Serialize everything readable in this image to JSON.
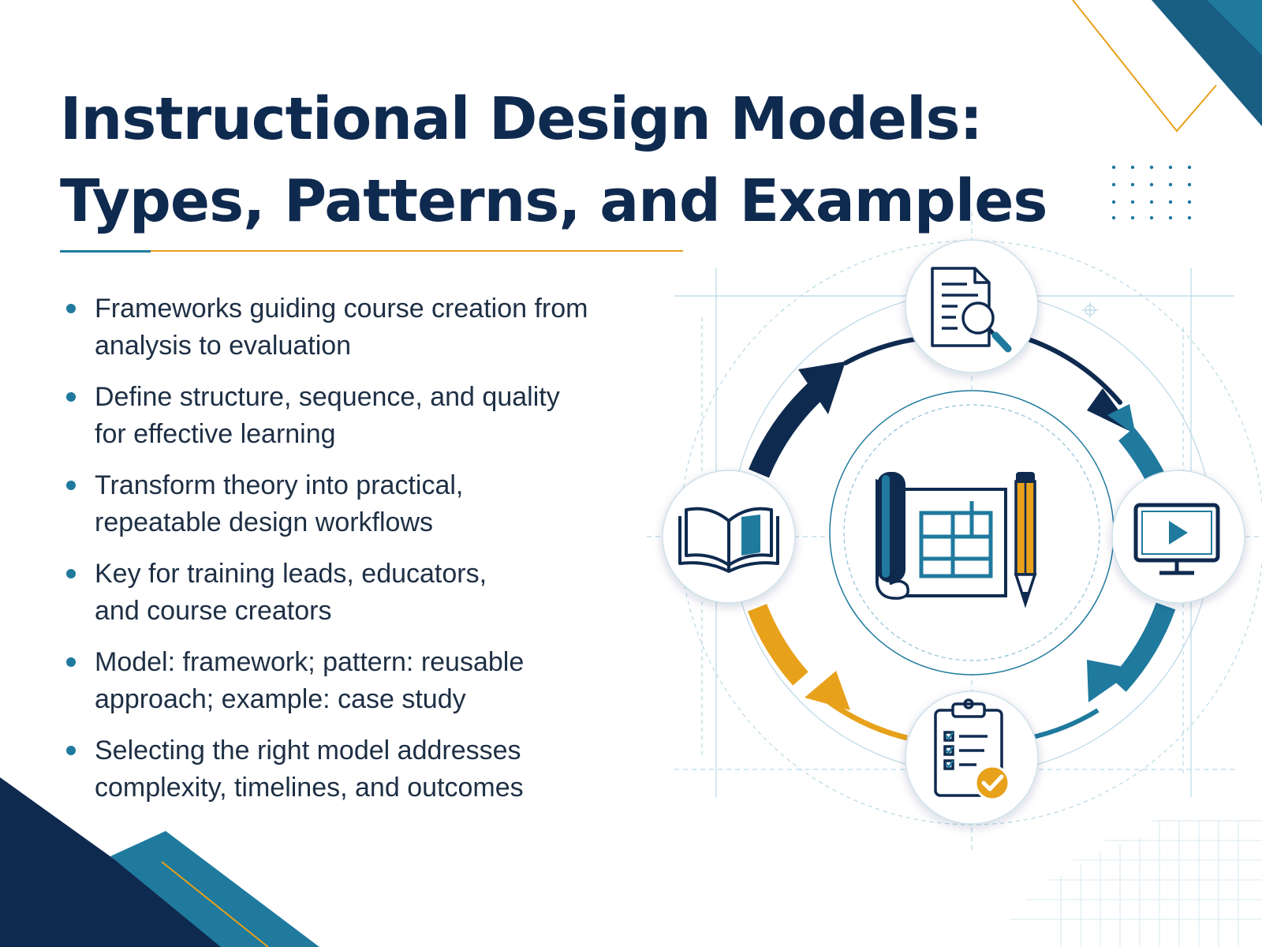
{
  "slide": {
    "title_lines": [
      "Instructional Design Models:",
      "Types, Patterns, and Examples"
    ],
    "bullets": [
      {
        "line1": "Frameworks guiding course creation from",
        "line2": "analysis to evaluation"
      },
      {
        "line1": "Define structure, sequence, and quality",
        "line2": "for effective learning"
      },
      {
        "line1": "Transform theory into practical,",
        "line2": "repeatable design workflows"
      },
      {
        "line1": "Key for training leads, educators,",
        "line2": "and course creators"
      },
      {
        "line1": "Model: framework; pattern: reusable",
        "line2": "approach; example: case study"
      },
      {
        "line1": "Selecting the right model addresses",
        "line2": "complexity, timelines, and outcomes"
      }
    ]
  },
  "diagram": {
    "nodes": [
      {
        "icon": "document-search-icon"
      },
      {
        "icon": "video-monitor-icon"
      },
      {
        "icon": "checklist-clipboard-icon"
      },
      {
        "icon": "open-book-icon"
      }
    ],
    "center_icon": "blueprint-pencil-icon"
  },
  "colors": {
    "navy": "#0f2a4f",
    "teal": "#1f7a9e",
    "orange": "#e8a11a",
    "text": "#1e2f44",
    "guide": "#8fc0d6"
  }
}
